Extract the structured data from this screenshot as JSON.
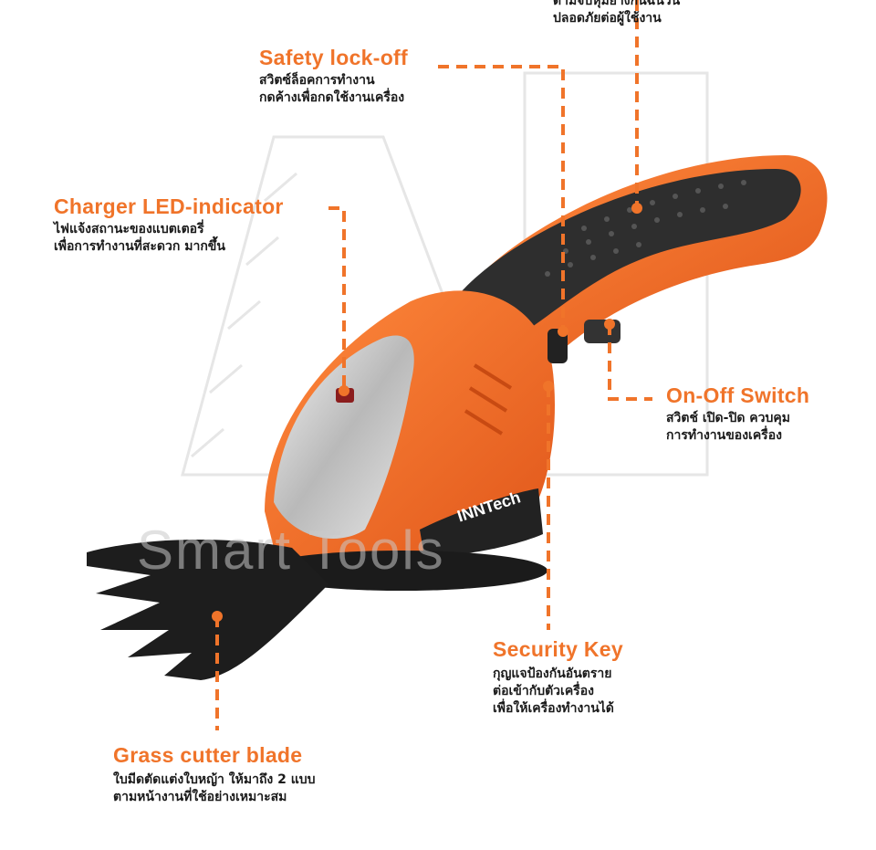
{
  "accent_color": "#f0742a",
  "watermark": "Smart Tools",
  "product_logo": "INNTech",
  "top_caption": {
    "line1": "ด้ามจับหุ้มยางกันฉนวน",
    "line2": "ปลอดภัยต่อผู้ใช้งาน"
  },
  "callouts": {
    "safety_lock": {
      "title": "Safety lock-off",
      "line1": "สวิตซ์ล็อคการทำงาน",
      "line2": "กดค้างเพื่อกดใช้งานเครื่อง"
    },
    "charger_led": {
      "title": "Charger LED-indicator",
      "line1": "ไฟแจ้งสถานะของแบตเตอรี่",
      "line2": "เพื่อการทำงานที่สะดวก มากขึ้น"
    },
    "on_off": {
      "title": "On-Off Switch",
      "line1": "สวิตช์ เปิด-ปิด ควบคุม",
      "line2": "การทำงานของเครื่อง"
    },
    "security_key": {
      "title": "Security Key",
      "line1": "กุญแจป้องกันอันตราย",
      "line2": "ต่อเข้ากับตัวเครื่อง",
      "line3": "เพื่อให้เครื่องทำงานได้"
    },
    "blade": {
      "title": "Grass cutter blade",
      "line1": "ใบมีดตัดแต่งใบหญ้า ให้มาถึง 2 แบบ",
      "line2": "ตามหน้างานที่ใช้อย่างเหมาะสม"
    }
  }
}
